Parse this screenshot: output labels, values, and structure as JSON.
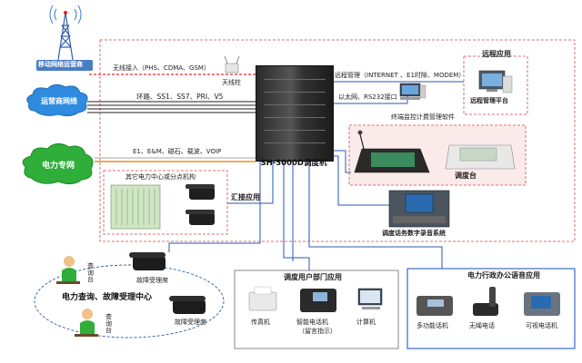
{
  "tower": {
    "label": "移动网络运营商"
  },
  "clouds": [
    {
      "label": "运营商网络",
      "color": "#2f8be0"
    },
    {
      "label": "电力专网",
      "color": "#2fae3a"
    }
  ],
  "switch": {
    "label": "SH-3000D调度机"
  },
  "links": {
    "wireless": "无线接入（PHS、CDMA、GSM）",
    "antenna": "天线柱",
    "loop": "环路、SS1、SS7、PRI、V5",
    "e1": "E1、E&M、磁石、载波、VOIP",
    "remote_mgmt": "远程管理（INTERNET 、E1时隙、MODEM）",
    "ethernet": "以太网、RS232接口",
    "relay": "汇接应用"
  },
  "remote_app": {
    "title": "远程应用",
    "platform": "远程管理平台"
  },
  "terminal": {
    "label": "终端监控计费管理软件"
  },
  "console": {
    "label": "调度台"
  },
  "recorder": {
    "label": "调度话务数字录音系统"
  },
  "other_center": {
    "title": "其它电力中心或分点机构"
  },
  "call_center": {
    "title": "电力查询、故障受理中心",
    "desk": "查询台",
    "seat": "故障受理席"
  },
  "dept": {
    "title": "调度用户部门应用",
    "fax": "传真机",
    "smart_phone": "智能电话机",
    "smart_note": "（留言指示）",
    "computer": "计算机"
  },
  "office": {
    "title": "电力行政办公语音应用",
    "multi": "多功能话机",
    "cordless": "无绳电话",
    "video": "可视电话机"
  },
  "colors": {
    "wireless_line": "#e4302a",
    "loop_line": "#222222",
    "e1_line": "#f08a24",
    "link_line": "#2a5ab0",
    "dash": "#d24a4a",
    "office_border": "#3a6bc8"
  }
}
